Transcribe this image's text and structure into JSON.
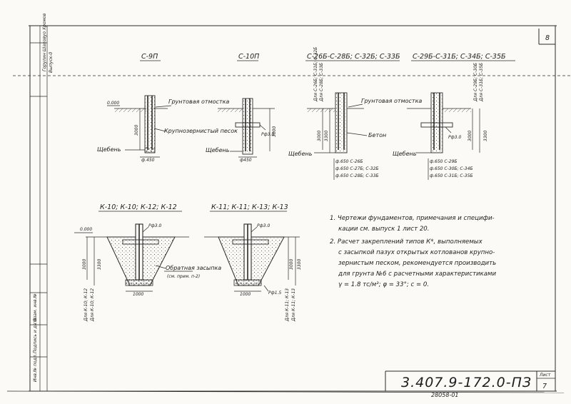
{
  "sheet": {
    "page_number": "8",
    "sheet_number": "7",
    "sheet_label": "Лист",
    "doc_code": "3.407.9-172.0-ПЗ",
    "archive_code": "28058-01",
    "issue_label": "Выпуск-0",
    "left_block_text": "Горулин Шаховуо Хромов",
    "binding_labels": [
      "Инв.№ подл.",
      "Подпись и дата",
      "Взам. инв.№"
    ]
  },
  "details_top": [
    {
      "title": "С-9П",
      "level": "0.000",
      "depth": "3000",
      "diameter": "ф.450",
      "callouts": [
        "Грунтовая отмостка",
        "Крупнозернистый песок",
        "Щебень"
      ]
    },
    {
      "title": "С-10П",
      "depth": "3000",
      "bar": "Рф3.0",
      "diameter": "ф450",
      "callouts": [
        "Щебень"
      ]
    },
    {
      "title": "С-26Б-С-28Б; С-32Б; С-33Б",
      "depths": [
        "3000",
        "3300"
      ],
      "vertical_labels": [
        "Для С-26Б; С-31Б; С-32Б",
        "Для С-28Б; С-33Б"
      ],
      "diameters": [
        "ф.650 С-26Б",
        "ф.650 С-27Б; С-32Б",
        "ф.650 С-28Б; С-33Б"
      ],
      "callouts": [
        "Грунтовая отмостка",
        "Бетон",
        "Щебень"
      ]
    },
    {
      "title": "С-29Б-С-31Б; С-34Б; С-35Б",
      "depths": [
        "3000",
        "3300"
      ],
      "bar": "Рф3.0",
      "vertical_labels": [
        "Для С-29Б; С-30Б",
        "Для С-31Б; С-35Б"
      ],
      "diameters": [
        "ф.650 С-29Б",
        "ф.650 С-30Б; С-34Б",
        "ф.650 С-31Б; С-35Б"
      ],
      "callouts": [
        "Щебень"
      ]
    }
  ],
  "details_bottom": [
    {
      "title": "К-10; К-10; К-12; К-12",
      "level": "0.000",
      "depths": [
        "3000",
        "3300"
      ],
      "bar": "Рф3.0",
      "base": "1000",
      "vertical_labels": [
        "Для К-10; К-12",
        "Для К-10; К-12"
      ],
      "callouts": [
        "Обратная засыпка",
        "(см. прим. п-2)"
      ]
    },
    {
      "title": "К-11; К-11; К-13; К-13",
      "depths": [
        "3000",
        "3300"
      ],
      "bar_top": "Рф3.0",
      "bar_bottom": "Рф1.5",
      "base": "1000",
      "vertical_labels": [
        "Для К-11; К-13",
        "Для К-11; К-13"
      ]
    }
  ],
  "notes": [
    "1. Чертежи фундаментов, примечания и специфи-",
    "кации см. выпуск 1 лист 20.",
    "2. Расчет закреплений типов К*, выполняемых",
    "с засыпкой пазух открытых котлованов крупно-",
    "зернистым песком, рекомендуется производить",
    "для грунта №6 с расчетными характеристиками",
    "γ = 1.8 тс/м³; φ = 33°; c = 0."
  ]
}
